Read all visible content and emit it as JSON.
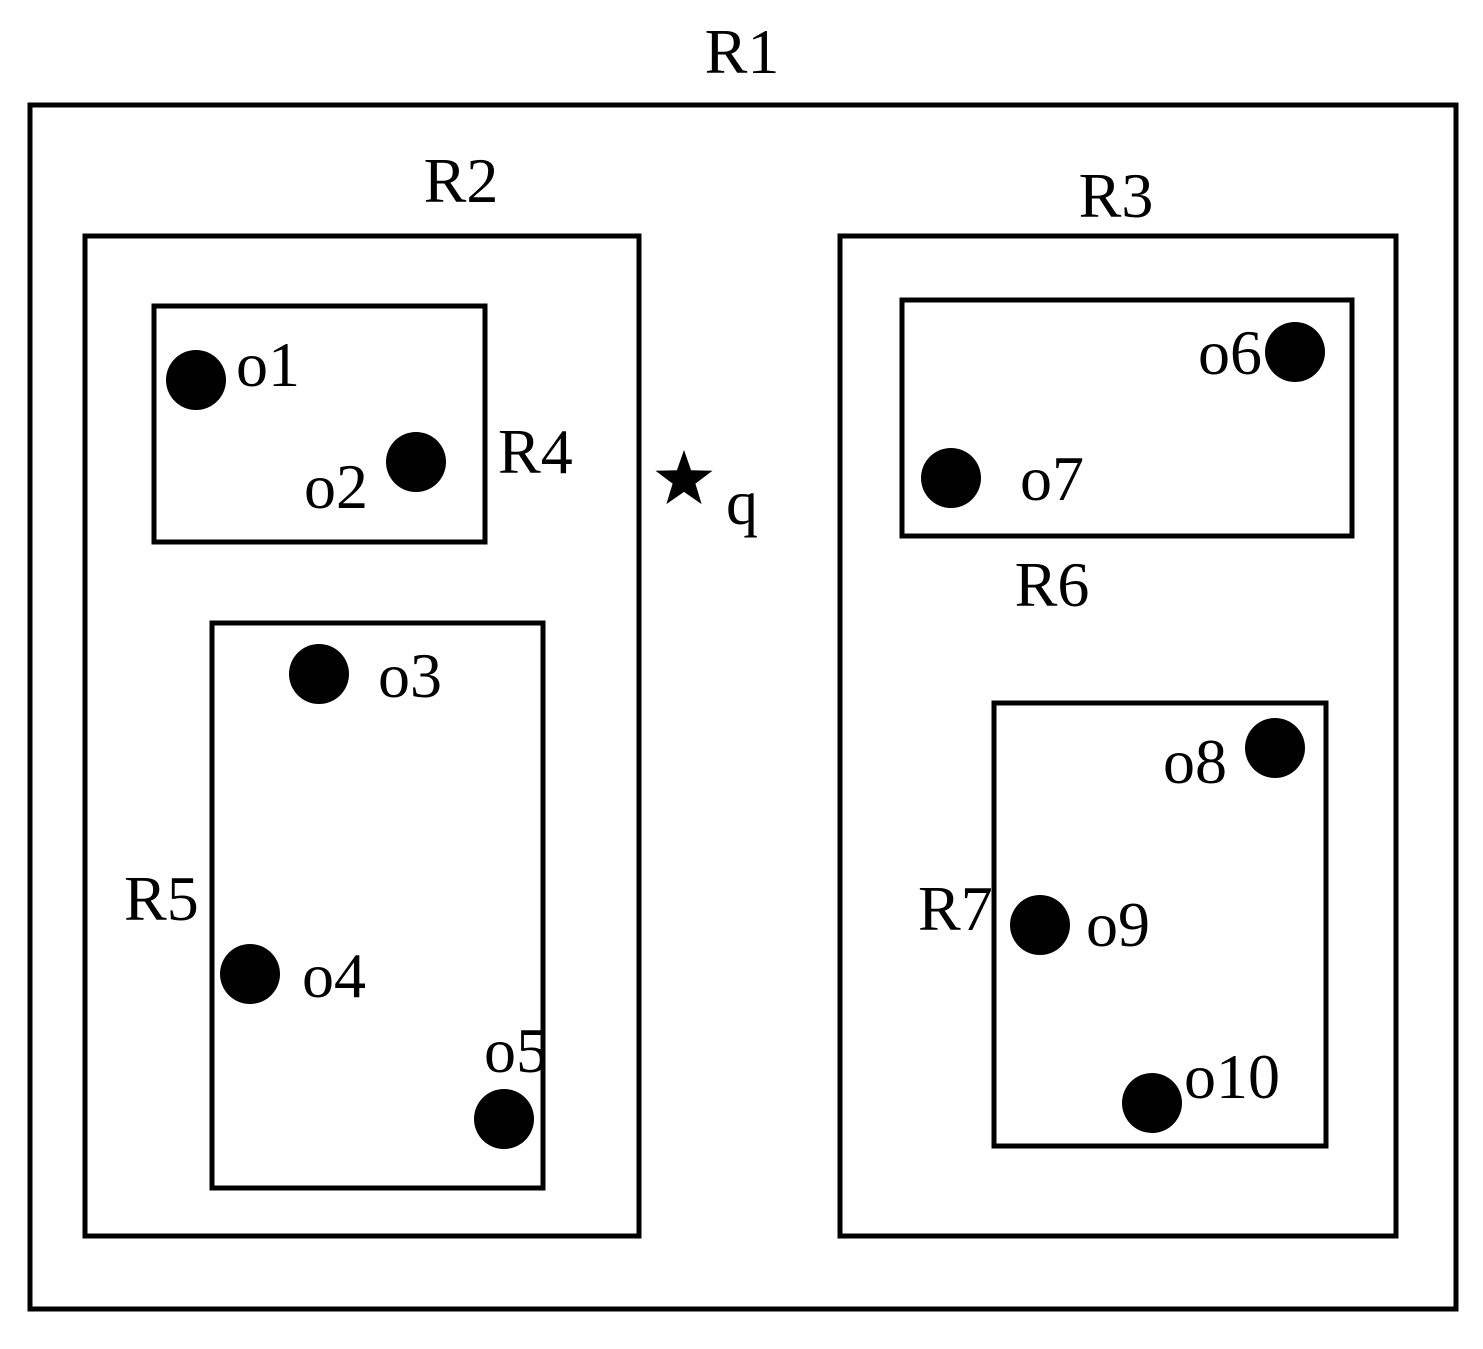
{
  "regions": {
    "r1": "R1",
    "r2": "R2",
    "r3": "R3",
    "r4": "R4",
    "r5": "R5",
    "r6": "R6",
    "r7": "R7"
  },
  "points": {
    "o1": "o1",
    "o2": "o2",
    "o3": "o3",
    "o4": "o4",
    "o5": "o5",
    "o6": "o6",
    "o7": "o7",
    "o8": "o8",
    "o9": "o9",
    "o10": "o10"
  },
  "query": {
    "label": "q",
    "icon": "star-icon"
  },
  "colors": {
    "ink": "#000000",
    "background": "#ffffff"
  }
}
